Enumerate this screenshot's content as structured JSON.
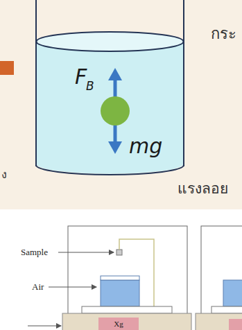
{
  "diagram": {
    "nodes": [
      {
        "text": [
          "Xg"
        ]
      }
    ],
    "labels": [
      "F",
      "B",
      "mg",
      "กระ",
      "แรงลอย",
      "ง",
      "Sample",
      "Air"
    ]
  }
}
